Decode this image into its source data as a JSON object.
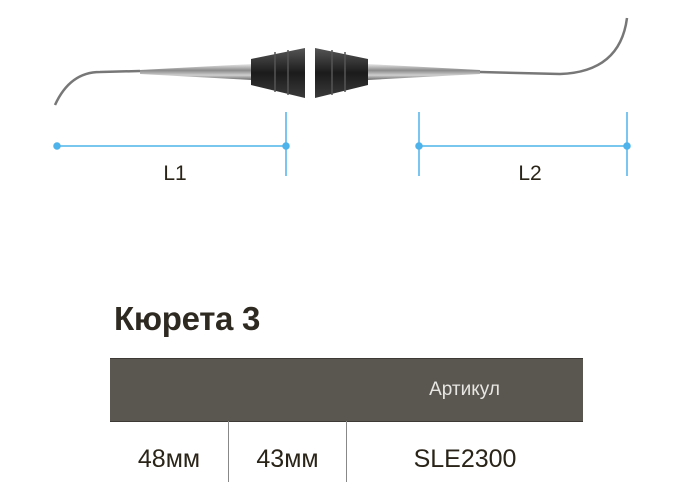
{
  "diagram": {
    "dimension_labels": [
      "L1",
      "L2"
    ],
    "line_color": "#4db3ea"
  },
  "product": {
    "title": "Кюрета 3",
    "table": {
      "header": "Артикул",
      "row": [
        "48мм",
        "43мм",
        "SLE2300"
      ]
    }
  }
}
